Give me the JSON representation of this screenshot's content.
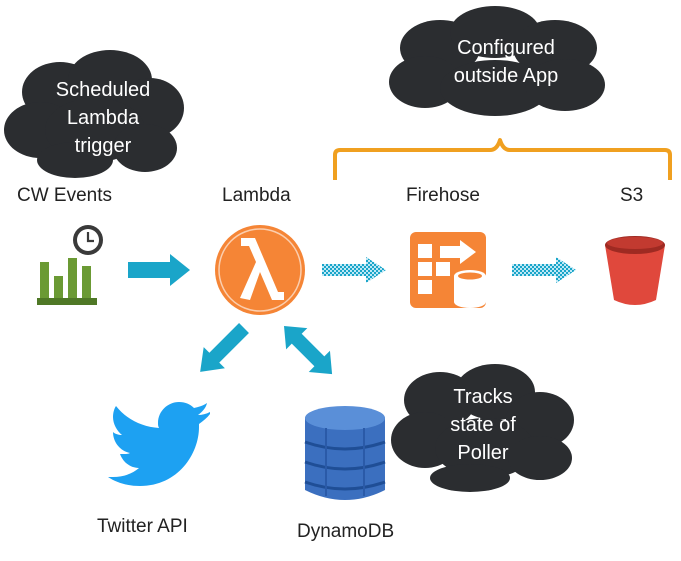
{
  "clouds": {
    "scheduled": [
      "Scheduled",
      "Lambda",
      "trigger"
    ],
    "configured": [
      "Configured",
      "outside App"
    ],
    "tracks": [
      "Tracks",
      "state of",
      "Poller"
    ]
  },
  "nodes": {
    "cw_events": "CW Events",
    "lambda": "Lambda",
    "firehose": "Firehose",
    "s3": "S3",
    "twitter": "Twitter API",
    "dynamodb": "DynamoDB"
  },
  "icons": {
    "cw_events": "cloudwatch-events-icon",
    "lambda": "lambda-icon",
    "firehose": "kinesis-firehose-icon",
    "s3": "s3-bucket-icon",
    "twitter": "twitter-bird-icon",
    "dynamodb": "dynamodb-icon"
  },
  "colors": {
    "cloud": "#2b2d30",
    "arrow": "#1aa5c9",
    "orange": "#f58536",
    "bracket": "#f0a020",
    "s3_red": "#e0483c",
    "cw_green": "#6b9a34",
    "twitter_blue": "#1da1f2",
    "dynamo_blue": "#3b6fbf"
  }
}
